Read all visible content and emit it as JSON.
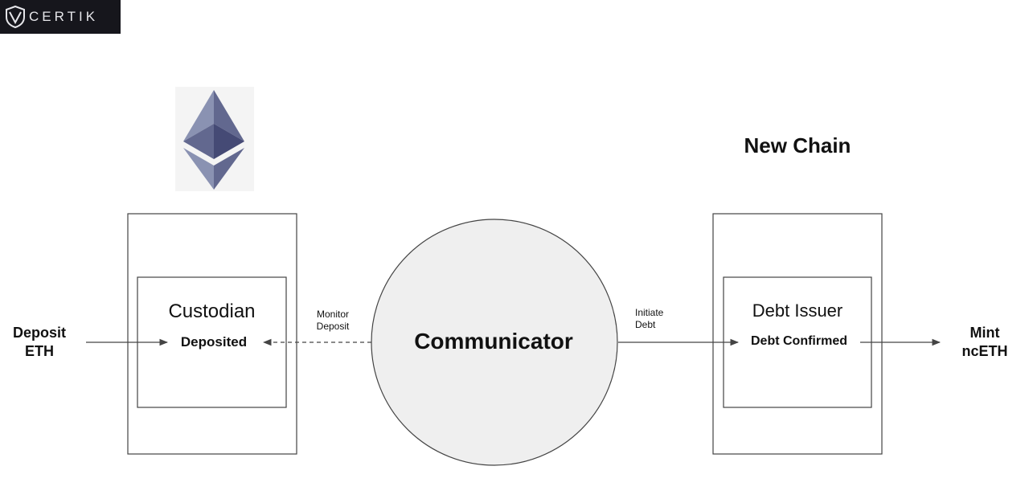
{
  "brand": {
    "name": "CERTIK",
    "icon": "certik-shield-icon"
  },
  "diagram": {
    "chain_title": "New Chain",
    "input_label": [
      "Deposit",
      "ETH"
    ],
    "output_label": [
      "Mint",
      "ncETH"
    ],
    "custodian": {
      "title": "Custodian",
      "status": "Deposited"
    },
    "communicator": {
      "title": "Communicator"
    },
    "debt_issuer": {
      "title": "Debt Issuer",
      "status": "Debt Confirmed"
    },
    "edges": {
      "monitor": [
        "Monitor",
        "Deposit"
      ],
      "initiate": [
        "Initiate",
        "Debt"
      ]
    },
    "ethereum_icon": "ethereum-logo-icon"
  },
  "colors": {
    "brand_bg": "#16161c",
    "circle_fill": "#efefef",
    "line": "#444444",
    "eth_light": "#8a92b2",
    "eth_dark": "#62688f",
    "eth_darker": "#454a75"
  }
}
